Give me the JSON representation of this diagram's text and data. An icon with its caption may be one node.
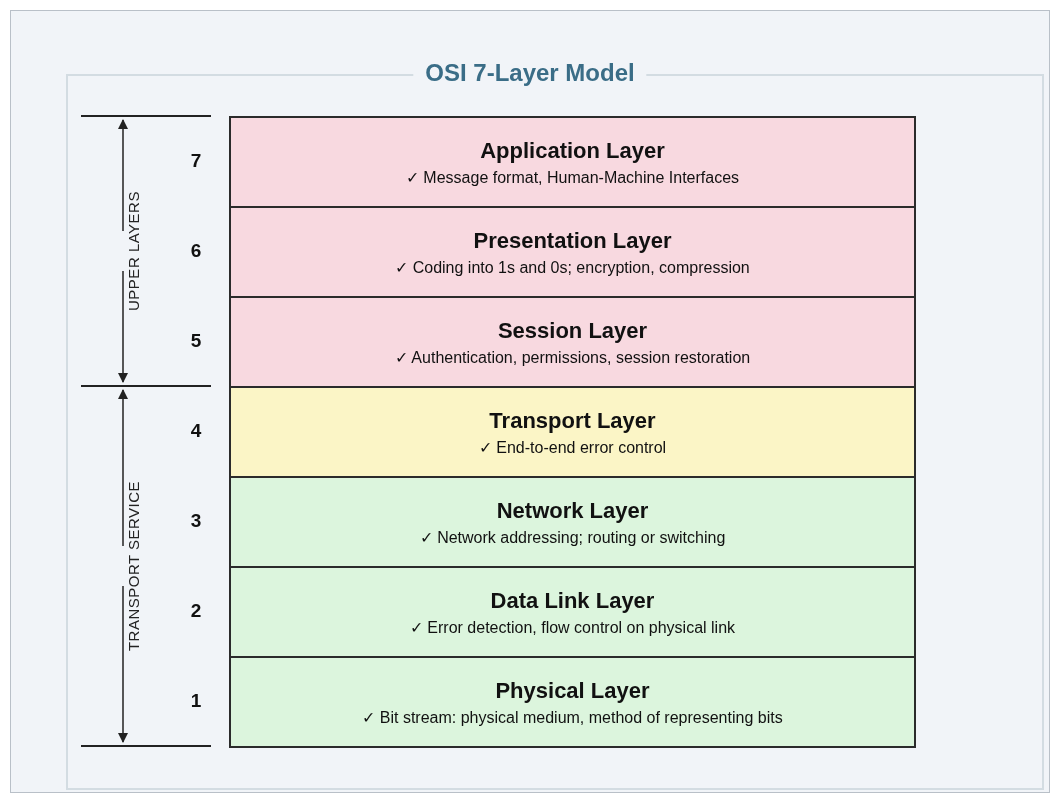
{
  "diagram": {
    "title": "OSI 7-Layer Model",
    "nodes": [
      {
        "text": [
          "Application Layer",
          "✓ Message format, Human-Machine Interfaces"
        ],
        "beside": [
          "7"
        ]
      },
      {
        "text": [
          "Presentation Layer",
          "✓ Coding into 1s and 0s; encryption, compression"
        ],
        "beside": [
          "6"
        ]
      },
      {
        "text": [
          "Session Layer",
          "✓ Authentication, permissions, session restoration"
        ],
        "beside": [
          "5"
        ]
      },
      {
        "text": [
          "Transport Layer",
          "✓ End-to-end error control"
        ],
        "beside": [
          "4"
        ]
      },
      {
        "text": [
          "Network Layer",
          "✓ Network addressing; routing or switching"
        ],
        "beside": [
          "3"
        ]
      },
      {
        "text": [
          "Data Link Layer",
          "✓ Error detection, flow control on physical link"
        ],
        "beside": [
          "2"
        ]
      },
      {
        "text": [
          "Physical Layer",
          "✓ Bit stream: physical medium, method of representing bits"
        ],
        "beside": [
          "1"
        ]
      }
    ],
    "edges": [],
    "labels": [
      "UPPER LAYERS",
      "TRANSPORT SERVICE"
    ]
  }
}
